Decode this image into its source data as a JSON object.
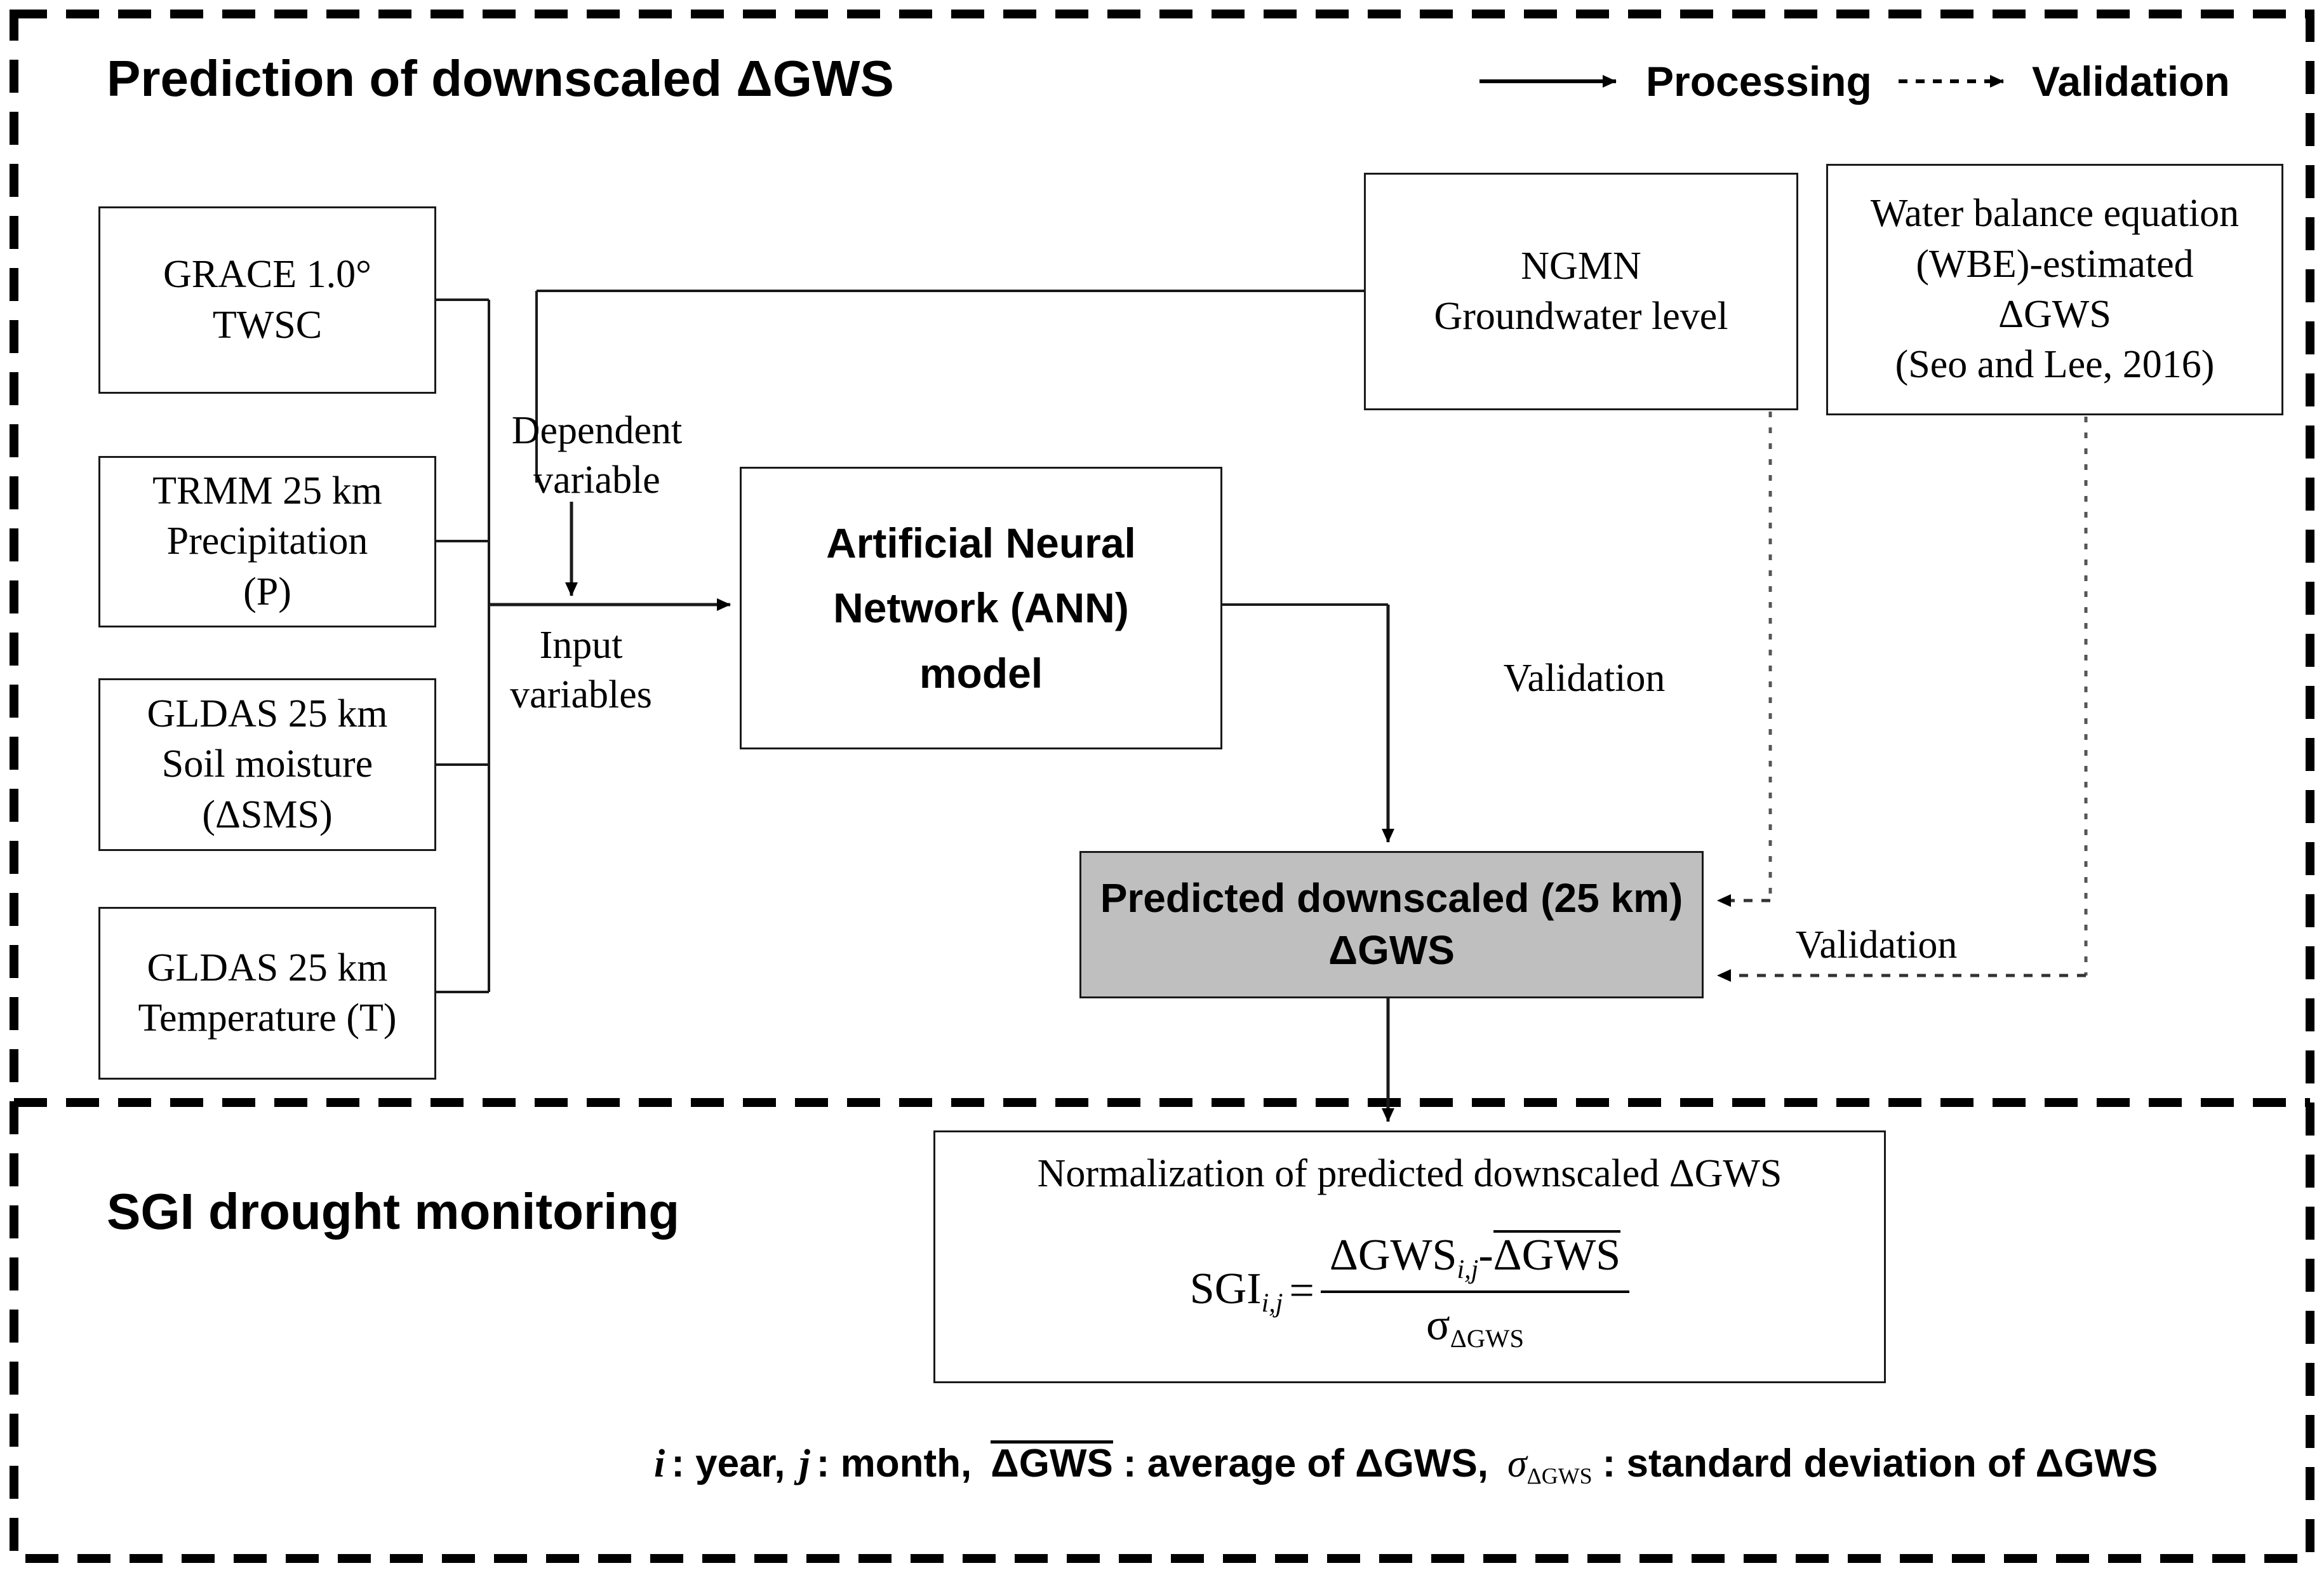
{
  "sections": {
    "top_title": "Prediction of downscaled ΔGWS",
    "bottom_title": "SGI drought monitoring"
  },
  "legend": {
    "processing_label": "Processing",
    "validation_label": "Validation",
    "processing_icon": "solid-arrow-icon",
    "validation_icon": "dashed-arrow-icon"
  },
  "inputs": [
    {
      "id": "grace",
      "line1": "GRACE 1.0°",
      "line2": "TWSC",
      "line3": ""
    },
    {
      "id": "trmm",
      "line1": "TRMM 25 km",
      "line2": "Precipitation",
      "line3": "(P)"
    },
    {
      "id": "gldas_sm",
      "line1": "GLDAS 25 km",
      "line2": "Soil moisture",
      "line3": "(ΔSMS)"
    },
    {
      "id": "gldas_t",
      "line1": "GLDAS 25 km",
      "line2": "Temperature (T)",
      "line3": ""
    }
  ],
  "flow_labels": {
    "dependent_variable": "Dependent\nvariable",
    "input_variables": "Input\nvariables",
    "validation_upper": "Validation",
    "validation_lower": "Validation"
  },
  "model_box": {
    "line1": "Artificial Neural",
    "line2": "Network (ANN)",
    "line3": "model"
  },
  "reference_boxes": [
    {
      "id": "ngmn",
      "line1": "NGMN",
      "line2": "Groundwater level",
      "line3": "",
      "line4": ""
    },
    {
      "id": "wbe",
      "line1": "Water balance equation",
      "line2": "(WBE)-estimated",
      "line3": "ΔGWS",
      "line4": "(Seo and Lee, 2016)"
    }
  ],
  "predicted_box": {
    "line1": "Predicted downscaled (25 km)",
    "line2": "ΔGWS",
    "fill_color": "#bfbfbf"
  },
  "normalization_box": {
    "title": "Normalization of predicted downscaled ΔGWS",
    "formula_lhs": "SGI",
    "formula_lhs_sub": "i,j",
    "formula_equals": "=",
    "numerator_a": "ΔGWS",
    "numerator_a_sub": "i,j",
    "numerator_minus": "-",
    "numerator_b_overbar": "ΔGWS",
    "denominator_sigma": "σ",
    "denominator_sub": "ΔGWS"
  },
  "footnote": {
    "i_sym": "i",
    "i_def": ": year,",
    "j_sym": "j",
    "j_def": ": month,",
    "avg_sym": "ΔGWS",
    "avg_def": ": average of ΔGWS,",
    "sigma_sym": "σ",
    "sigma_sub": "ΔGWS",
    "sigma_def": ": standard deviation of ΔGWS"
  },
  "colors": {
    "line": "#1a1a1a",
    "gray_fill": "#bfbfbf",
    "border": "#000000"
  }
}
